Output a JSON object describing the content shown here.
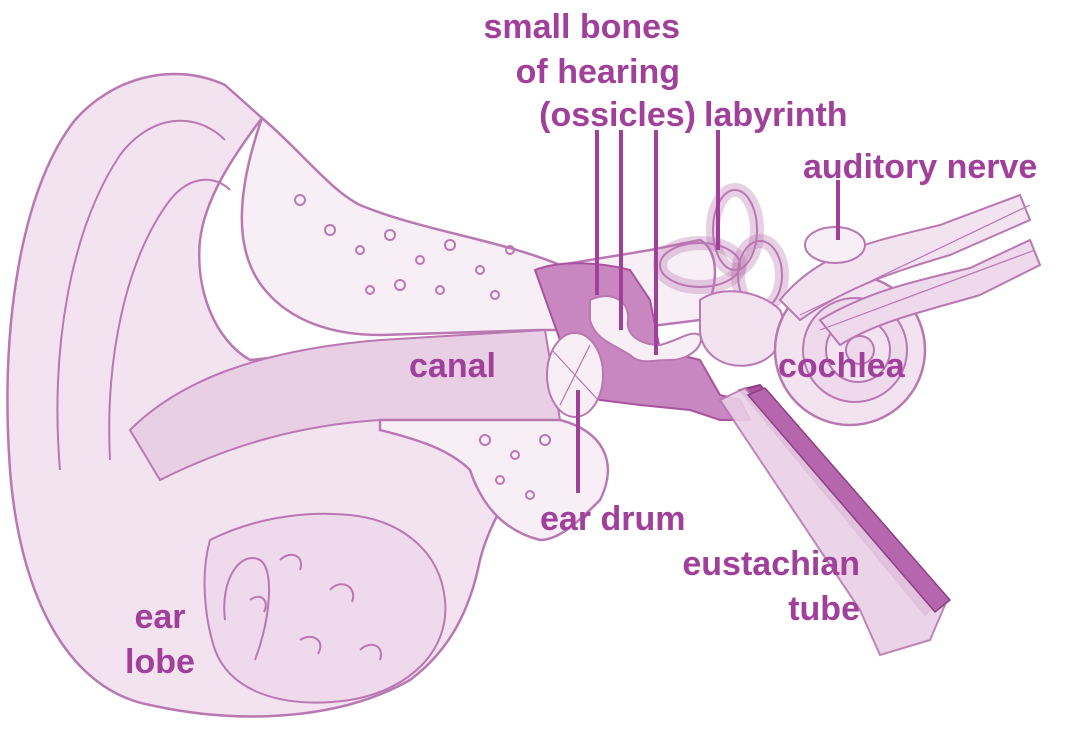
{
  "colors": {
    "label": "#a0409a",
    "outline": "#b978b2",
    "skin": "#f3e3f1",
    "skin_mid": "#e9cfe6",
    "bone": "#f7eef6",
    "cavity": "#c987c1",
    "cavity_dark": "#a9539f"
  },
  "labels": {
    "ossicles_line1": "small bones",
    "ossicles_line2": "of hearing",
    "ossicles_line3": "(ossicles)",
    "labyrinth": "labyrinth",
    "auditory_nerve": "auditory nerve",
    "canal": "canal",
    "cochlea": "cochlea",
    "ear_drum": "ear drum",
    "eustachian_line1": "eustachian",
    "eustachian_line2": "tube",
    "ear_lobe_line1": "ear",
    "ear_lobe_line2": "lobe"
  }
}
